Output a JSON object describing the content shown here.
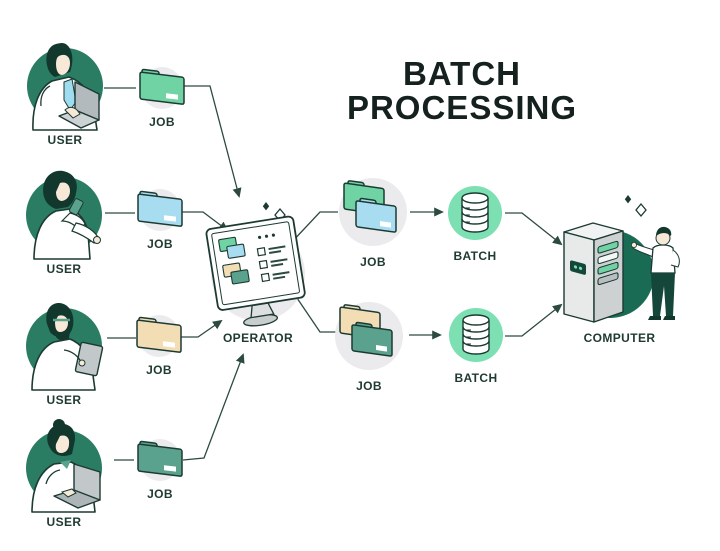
{
  "title": {
    "line1": "BATCH",
    "line2": "PROCESSING"
  },
  "users": [
    {
      "label": "USER",
      "icon": "person-with-laptop"
    },
    {
      "label": "USER",
      "icon": "person-with-phone"
    },
    {
      "label": "USER",
      "icon": "person-with-tablet"
    },
    {
      "label": "USER",
      "icon": "person-with-laptop-bun"
    }
  ],
  "jobs_left": [
    {
      "label": "JOB",
      "icon": "folder-icon",
      "folder_color": "#6FD3A4"
    },
    {
      "label": "JOB",
      "icon": "folder-icon",
      "folder_color": "#A8DDF1"
    },
    {
      "label": "JOB",
      "icon": "folder-icon",
      "folder_color": "#F3DDB5"
    },
    {
      "label": "JOB",
      "icon": "folder-icon",
      "folder_color": "#5AA28E"
    }
  ],
  "operator": {
    "label": "OPERATOR",
    "icon": "monitor-icon"
  },
  "jobs_right": [
    {
      "label": "JOB",
      "icon": "double-folder-icon",
      "back_color": "#6FD3A4",
      "front_color": "#A8DDF1"
    },
    {
      "label": "JOB",
      "icon": "double-folder-icon",
      "back_color": "#F3DDB5",
      "front_color": "#5AA28E"
    }
  ],
  "batches": [
    {
      "label": "BATCH",
      "icon": "database-icon"
    },
    {
      "label": "BATCH",
      "icon": "database-icon"
    }
  ],
  "computer": {
    "label": "COMPUTER",
    "icon": "server-tower-icon"
  },
  "colors": {
    "user_circle_green": "#2A7D62",
    "computer_circle_green": "#1A6B53",
    "batch_circle_mint": "#7CE0B3",
    "gray_circle": "#EBEBEE",
    "outline_dark": "#1C3A32",
    "connector_line": "#2C4A41",
    "title_color": "#15211E"
  }
}
